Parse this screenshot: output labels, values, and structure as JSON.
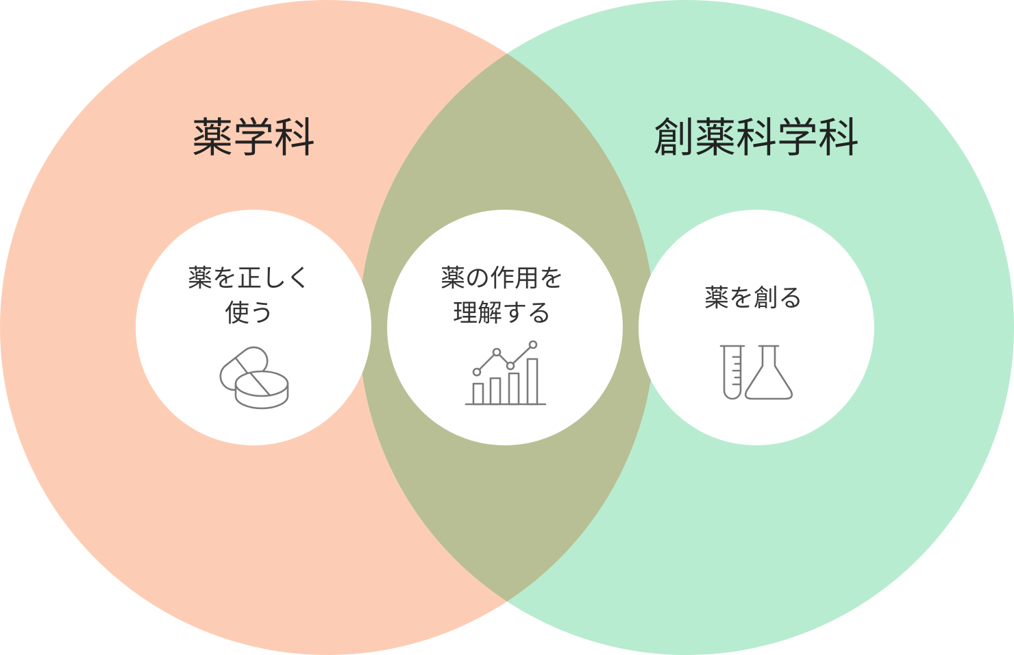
{
  "colors": {
    "left_circle": "#fccdb4",
    "right_circle": "#b7ecd0",
    "overlap": "#b8bf94",
    "inner_circle": "#ffffff",
    "icon": "#7a7a7a",
    "text": "#222222"
  },
  "left": {
    "title": "薬学科",
    "inner_line1": "薬を正しく",
    "inner_line2": "使う",
    "icon": "pill-capsule-icon"
  },
  "center": {
    "inner_line1": "薬の作用を",
    "inner_line2": "理解する",
    "icon": "growth-chart-icon"
  },
  "right": {
    "title": "創薬科学科",
    "inner_line1": "薬を創る",
    "icon": "test-tube-flask-icon"
  }
}
